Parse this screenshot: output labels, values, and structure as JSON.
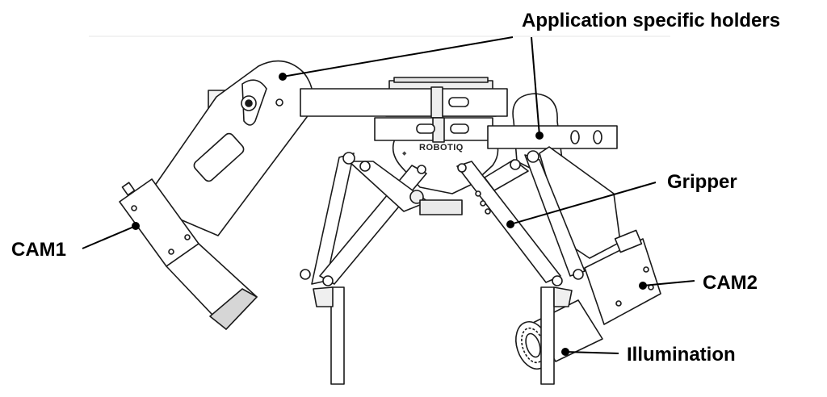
{
  "labels": {
    "application_holders": "Application specific holders",
    "gripper": "Gripper",
    "cam1": "CAM1",
    "cam2": "CAM2",
    "illumination": "Illumination"
  },
  "brand_text": "ROBOTIQ",
  "colors": {
    "line": "#1a1a1a",
    "fill": "#ffffff",
    "shade": "#dcdcdc",
    "background": "#ffffff"
  }
}
